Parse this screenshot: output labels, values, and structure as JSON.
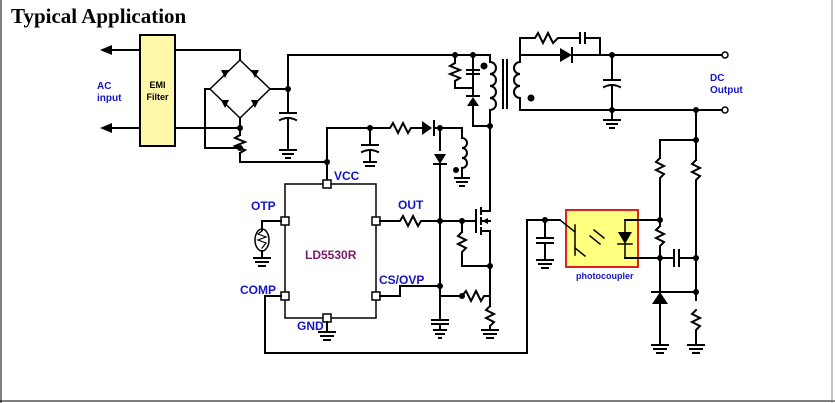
{
  "title": "Typical Application",
  "labels": {
    "ac_input_line1": "AC",
    "ac_input_line2": "input",
    "emi_line1": "EMI",
    "emi_line2": "Filter",
    "dc_output_line1": "DC",
    "dc_output_line2": "Output",
    "chip_name": "LD5530R",
    "pin_vcc": "VCC",
    "pin_otp": "OTP",
    "pin_out": "OUT",
    "pin_comp": "COMP",
    "pin_csovp": "CS/OVP",
    "pin_gnd": "GND",
    "photocoupler": "photocoupler"
  },
  "colors": {
    "wire": "#000000",
    "label_blue": "#1515c8",
    "chip_text": "#7a1b6e",
    "emi_fill": "#fff8a8",
    "photocoupler_fill": "#ffff80",
    "photocoupler_border": "#e02020"
  }
}
